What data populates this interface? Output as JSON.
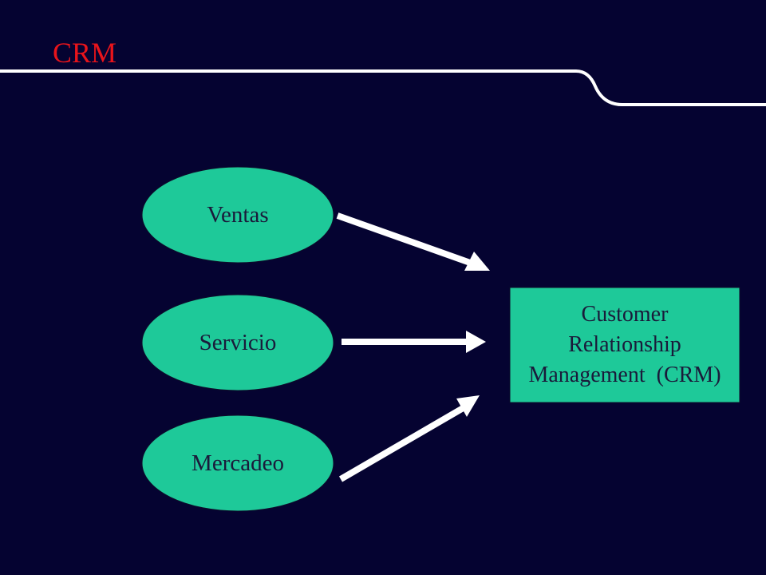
{
  "slide": {
    "title": "CRM",
    "colors": {
      "background": "#050331",
      "title": "#e8141b",
      "node_fill": "#1ec999",
      "arrow": "#ffffff",
      "rule": "#ffffff"
    }
  },
  "diagram": {
    "nodes": [
      {
        "id": "ventas",
        "label": "Ventas"
      },
      {
        "id": "servicio",
        "label": "Servicio"
      },
      {
        "id": "mercadeo",
        "label": "Mercadeo"
      }
    ],
    "target": {
      "lines": [
        "Customer",
        "Relationship",
        "Management  (CRM)"
      ]
    },
    "edges": [
      {
        "from": "ventas",
        "to": "crm"
      },
      {
        "from": "servicio",
        "to": "crm"
      },
      {
        "from": "mercadeo",
        "to": "crm"
      }
    ]
  }
}
